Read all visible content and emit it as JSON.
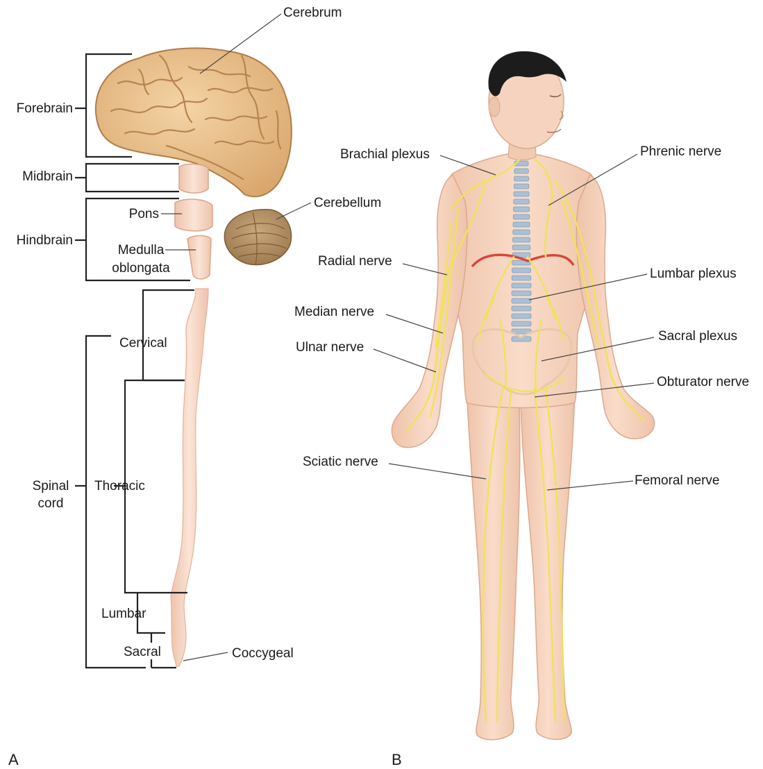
{
  "panel_a": {
    "letter": "A",
    "brain_labels": {
      "cerebrum": "Cerebrum",
      "forebrain": "Forebrain",
      "midbrain": "Midbrain",
      "hindbrain": "Hindbrain",
      "pons": "Pons",
      "cerebellum": "Cerebellum",
      "medulla": "Medulla",
      "oblongata": "oblongata"
    },
    "cord_labels": {
      "cervical": "Cervical",
      "thoracic": "Thoracic",
      "lumbar": "Lumbar",
      "sacral": "Sacral",
      "coccygeal": "Coccygeal",
      "spinal": "Spinal",
      "cord": "cord"
    }
  },
  "panel_b": {
    "letter": "B",
    "nerve_labels": {
      "brachial_plexus": "Brachial plexus",
      "phrenic_nerve": "Phrenic nerve",
      "radial_nerve": "Radial nerve",
      "lumbar_plexus": "Lumbar plexus",
      "median_nerve": "Median nerve",
      "sacral_plexus": "Sacral plexus",
      "ulnar_nerve": "Ulnar nerve",
      "obturator_nerve": "Obturator nerve",
      "sciatic_nerve": "Sciatic nerve",
      "femoral_nerve": "Femoral nerve"
    }
  },
  "colors": {
    "brain": "#e9c08f",
    "brain_dark": "#b88753",
    "cerebellum": "#b8976c",
    "cord": "#f7d8c6",
    "skin": "#f6d3be",
    "skin_edge": "#d9a98e",
    "nerve": "#f0e25a",
    "spine": "#a9c1d6",
    "diaphragm": "#d9463a",
    "hair": "#1c1c1c",
    "line": "#222222"
  }
}
